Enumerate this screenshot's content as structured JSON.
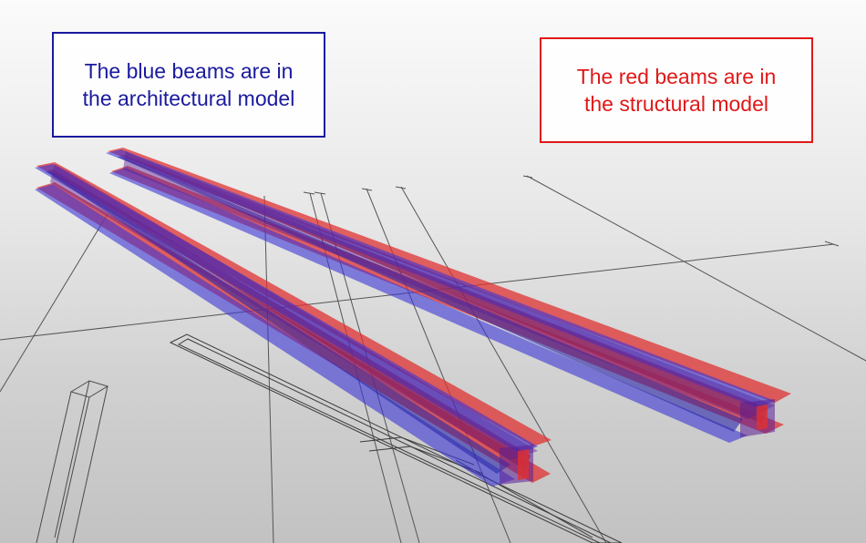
{
  "callouts": {
    "architectural": {
      "line1": "The blue beams are in",
      "line2": "the architectural model",
      "color": "#1a1a9e"
    },
    "structural": {
      "line1": "The red beams are in",
      "line2": "the structural model",
      "color": "#e01818"
    }
  },
  "colors": {
    "blue_beam": "#3b35d6",
    "red_beam": "#e03131",
    "overlap": "#5b1f96",
    "gridline": "#505050"
  }
}
